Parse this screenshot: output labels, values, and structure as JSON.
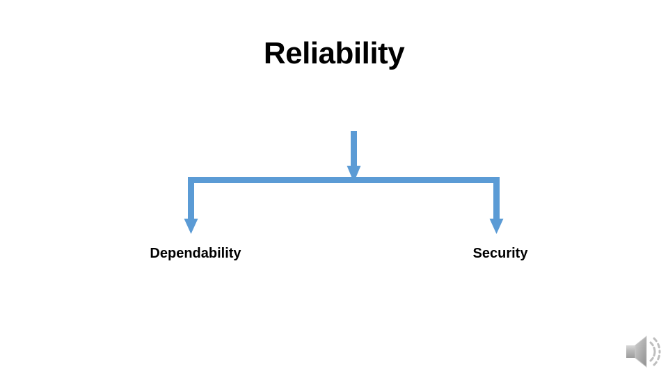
{
  "slide": {
    "title": "Reliability",
    "background_color": "#FFFFFF",
    "accent_color": "#5B9BD5",
    "text_color": "#000000"
  },
  "diagram": {
    "type": "hierarchy",
    "root": "Reliability",
    "children": [
      {
        "label": "Dependability"
      },
      {
        "label": "Security"
      }
    ],
    "connector_color": "#5B9BD5"
  },
  "media": {
    "audio_icon_name": "speaker-icon",
    "icon_color": "#A6A6A6"
  }
}
